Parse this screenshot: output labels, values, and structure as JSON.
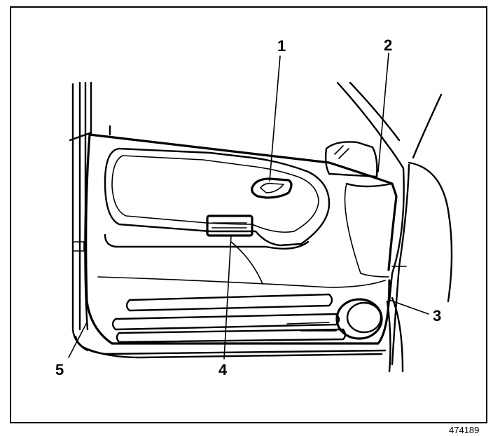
{
  "figure": {
    "id": "474189",
    "callouts": [
      {
        "label": "1",
        "part": "door-handle"
      },
      {
        "label": "2",
        "part": "mirror"
      },
      {
        "label": "3",
        "part": "door-frame"
      },
      {
        "label": "4",
        "part": "window-switch"
      },
      {
        "label": "5",
        "part": "weatherstrip"
      }
    ]
  }
}
